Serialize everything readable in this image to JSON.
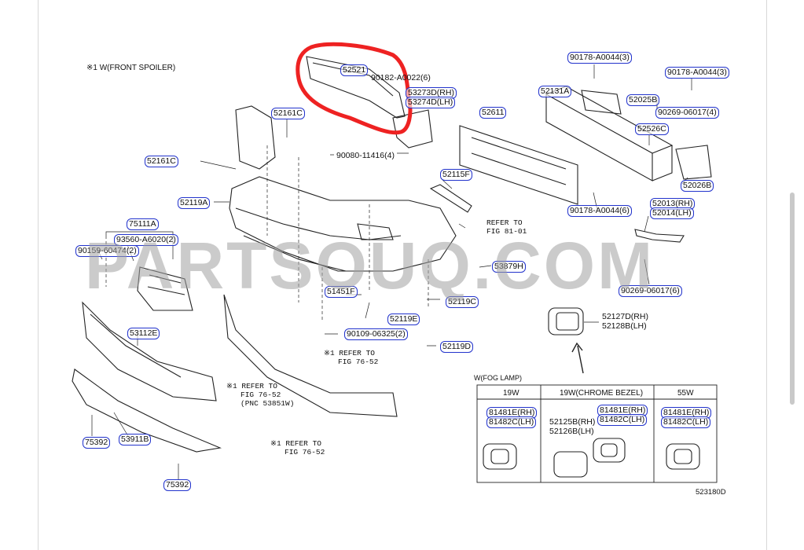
{
  "header_note": "※1 W(FRONT SPOILER)",
  "watermark": "PARTSOUQ.COM",
  "diagram_code": "523180D",
  "parts": {
    "p52521": "52521",
    "p90182": "90182-A0022(6)",
    "p53273d": "53273D(RH)",
    "p53274d": "53274D(LH)",
    "p90080": "90080-11416(4)",
    "p52161c_a": "52161C",
    "p52161c_b": "52161C",
    "p52119a": "52119A",
    "p52115f": "52115F",
    "p52611": "52611",
    "p52131a": "52131A",
    "p90178_a": "90178-A0044(3)",
    "p90178_b": "90178-A0044(3)",
    "p90178_c": "90178-A0044(6)",
    "p52025b": "52025B",
    "p90269_a": "90269-06017(4)",
    "p52526c": "52526C",
    "p52026b": "52026B",
    "p52013": "52013(RH)",
    "p52014": "52014(LH)",
    "p90269_b": "90269-06017(6)",
    "p75111a": "75111A",
    "p93560": "93560-A6020(2)",
    "p90159": "90159-60474(2)",
    "p53879h": "53879H",
    "p51451f": "51451F",
    "p52119e": "52119E",
    "p52119c": "52119C",
    "p90109": "90109-06325(2)",
    "p52119d": "52119D",
    "p53112e": "53112E",
    "p53911b": "53911B",
    "p75392_a": "75392",
    "p75392_b": "75392",
    "p52127d": "52127D(RH)",
    "p52128b": "52128B(LH)"
  },
  "refs": {
    "ref81": [
      "REFER TO",
      "FIG 81-01"
    ],
    "ref76a": [
      "※1 REFER TO",
      "FIG 76-52"
    ],
    "ref76b": [
      "※1 REFER TO",
      "FIG 76-52",
      "(PNC 53851W)"
    ],
    "ref76c": [
      "※1 REFER TO",
      "FIG 76-52"
    ]
  },
  "fog_table": {
    "title": "W(FOG LAMP)",
    "columns": [
      "19W",
      "19W(CHROME BEZEL)",
      "55W"
    ],
    "col1": [
      "81481E(RH)",
      "81482C(LH)"
    ],
    "col2a": [
      "52125B(RH)",
      "52126B(LH)"
    ],
    "col2b": [
      "81481E(RH)",
      "81482C(LH)"
    ],
    "col3": [
      "81481E(RH)",
      "81482C(LH)"
    ]
  },
  "colors": {
    "callout_border": "#2233cc",
    "highlight": "#ee2222",
    "watermark": "#a0a0a0"
  }
}
